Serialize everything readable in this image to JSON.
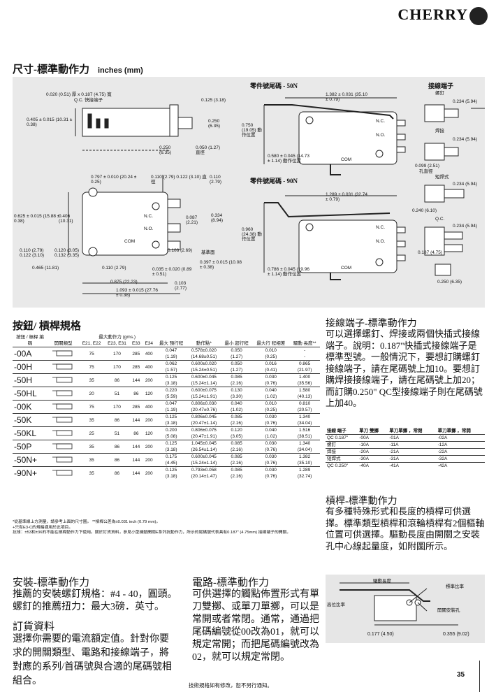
{
  "header": {
    "brand": "CHERRY"
  },
  "dimensions": {
    "title": "尺寸-標準動作力",
    "unit": "inches (mm)",
    "series_50N": "零件號尾碼 - 50N",
    "series_90N": "零件號尾碼 - 90N",
    "terminals_title": "接線端子",
    "term_screw": "螺釘",
    "term_solder": "焊接",
    "term_qc": "短焊式",
    "term_qc2": "Q.C.",
    "hole_label": "孔直徑",
    "labels": {
      "top_note1": "0.020 (0.51) 厚 x 0.187 (4.75) 寬",
      "top_note2": "Q.C. 快接端子",
      "d0125": "0.125 (3.18)",
      "d0405": "0.405 ± 0.015 (10.31 ± 0.38)",
      "d0250a": "0.250 (6.35)",
      "d0250b": "0.250 (6.35)",
      "d0050": "0.050 (1.27) 直徑",
      "d0797": "0.797 ± 0.010 (20.24 ± 0.25)",
      "d0110": "0.110 (2.79) 0.122 (3.10) 直徑",
      "d0110b": "0.110 (2.79)",
      "d0625": "0.625 ± 0.015 (15.88 ± 0.38)",
      "d0406": "0.406 (10.31)",
      "d0087": "0.087 (2.21)",
      "d0334": "0.334 (8.94)",
      "d0110c": "0.110 (2.79) 0.122 (3.10)",
      "d0120": "0.120 (3.05) 0.132 (3.35)",
      "d0106": "0.106 (2.69)",
      "base": "基準面",
      "d0465": "0.465 (11.81)",
      "d0110d": "0.110 (2.79)",
      "d0035": "0.035 ± 0.020 (0.89 ± 0.51)",
      "d0397": "0.397 ± 0.015 (10.08 ± 0.38)",
      "d0875": "0.875 (22.23)",
      "d0103": "0.103 (2.77)",
      "d1093": "1.093 ± 0.015 (27.76 ± 0.38)",
      "d1382": "1.382 ± 0.031 (35.10 ± 0.79)",
      "d0750": "0.750 (19.05) 動作位置",
      "d0580": "0.580 ± 0.045 (14.73 ± 1.14) 動作位置",
      "d1289": "1.289 ± 0.031 (32.74 ± 0.79)",
      "d0960": "0.960 (24.38) 動作位置",
      "d0786": "0.786 ± 0.045 (19.96 ± 1.14) 動作位置",
      "t0234a": "0.234 (5.94)",
      "t0234b": "0.234 (5.94)",
      "t0099": "0.099 (2.51)",
      "t0234c": "0.234 (5.94)",
      "t0240": "0.240 (6.10)",
      "t0234d": "0.234 (5.94)",
      "t0187": "0.187 (4.75)",
      "t0250": "0.250 (6.35)",
      "nc": "N.C.",
      "no": "N.O.",
      "com": "COM"
    }
  },
  "buttons": {
    "title": "按鈕/ 槓桿規格",
    "head_code": "按鈕 / 槓桿 編碼",
    "head_type": "開關類型",
    "head_force": "最大動作力 (gms.)",
    "head_series": [
      "E21, E22",
      "E23, E31",
      "E33",
      "E34"
    ],
    "head_pt": "最大 預行程",
    "head_op": "動作點*",
    "head_ot": "最小 超行程",
    "head_diff": "最大行 程相差",
    "head_len": "驅動 長度**",
    "rows": [
      {
        "code": "-00A",
        "f": [
          "75",
          "170",
          "285",
          "400"
        ],
        "a": [
          "0.047",
          "0.578±0.020",
          "0.050",
          "0.010",
          "-"
        ],
        "b": [
          "(1.19)",
          "(14.68±0.51)",
          "(1.27)",
          "(0.25)",
          "-"
        ]
      },
      {
        "code": "-00H",
        "f": [
          "75",
          "170",
          "285",
          "400"
        ],
        "a": [
          "0.062",
          "0.600±0.020",
          "0.050",
          "0.016",
          "0.865"
        ],
        "b": [
          "(1.57)",
          "(15.24±0.51)",
          "(1.27)",
          "(0.41)",
          "(21.97)"
        ]
      },
      {
        "code": "-50H",
        "f": [
          "35",
          "86",
          "144",
          "200"
        ],
        "a": [
          "0.125",
          "0.600±0.045",
          "0.085",
          "0.030",
          "1.400"
        ],
        "b": [
          "(3.18)",
          "(15.24±1.14)",
          "(2.16)",
          "(0.76)",
          "(35.56)"
        ]
      },
      {
        "code": "-50HL",
        "f": [
          "20",
          "51",
          "86",
          "120"
        ],
        "a": [
          "0.220",
          "0.600±0.075",
          "0.130",
          "0.040",
          "1.580"
        ],
        "b": [
          "(5.59)",
          "(15.24±1.91)",
          "(3.30)",
          "(1.02)",
          "(40.13)"
        ]
      },
      {
        "code": "-00K",
        "f": [
          "75",
          "170",
          "285",
          "400"
        ],
        "a": [
          "0.047",
          "0.806±0.030",
          "0.040",
          "0.010",
          "0.810"
        ],
        "b": [
          "(1.19)",
          "(20.47±0.76)",
          "(1.02)",
          "(0.25)",
          "(20.57)"
        ]
      },
      {
        "code": "-50K",
        "f": [
          "35",
          "86",
          "144",
          "200"
        ],
        "a": [
          "0.125",
          "0.806±0.045",
          "0.085",
          "0.030",
          "1.340"
        ],
        "b": [
          "(3.18)",
          "(20.47±1.14)",
          "(2.16)",
          "(0.76)",
          "(34.04)"
        ]
      },
      {
        "code": "-50KL",
        "f": [
          "25",
          "51",
          "86",
          "120"
        ],
        "a": [
          "0.200",
          "0.806±0.075",
          "0.120",
          "0.040",
          "1.516"
        ],
        "b": [
          "(5.08)",
          "(20.47±1.91)",
          "(3.05)",
          "(1.02)",
          "(38.51)"
        ]
      },
      {
        "code": "-50P",
        "f": [
          "35",
          "86",
          "144",
          "200"
        ],
        "a": [
          "0.125",
          "1.045±0.045",
          "0.085",
          "0.030",
          "1.340"
        ],
        "b": [
          "(3.18)",
          "(26.54±1.14)",
          "(2.16)",
          "(0.76)",
          "(34.04)"
        ]
      },
      {
        "code": "-50N+",
        "f": [
          "35",
          "86",
          "144",
          "200"
        ],
        "a": [
          "0.175",
          "0.600±0.045",
          "0.085",
          "0.030",
          "1.382"
        ],
        "b": [
          "(4.45)",
          "(15.24±1.14)",
          "(2.16)",
          "(0.76)",
          "(35.10)"
        ]
      },
      {
        "code": "-90N+",
        "f": [
          "35",
          "86",
          "144",
          "200"
        ],
        "a": [
          "0.125",
          "0.793±0.058",
          "0.085",
          "0.030",
          "1.289"
        ],
        "b": [
          "(3.18)",
          "(20.14±1.47)",
          "(2.16)",
          "(0.76)",
          "(32.74)"
        ]
      }
    ],
    "note1": "*從基準線上方測量，請參考上面的尺寸圖。 **槓桿公差為±0.031 inch (0.79 mm)。",
    "note2": "+只有E3-C的規格適用於此項目。",
    "note3": "抗球：±53和±36的不能在槓桿動作力下使用。關於訂貨資料，參見小型機動開關E系列抗動作力，所示的尾碼號代表具有0.187\" (4.75mm) 接線端子的開關。"
  },
  "terminals": {
    "title": "接線端子-標準動作力",
    "body": "可以選擇螺釘、焊接或兩個快插式接線端子。說明：0.187\"快插式接線端子是標準型號。一般情況下，要想訂購螺釘接線端子，請在尾碼號上加10。要想訂購焊接接線端子，請在尾碼號上加20；而訂購0.250\" QC型接線端子則在尾碼號上加40。",
    "head": [
      "接線 端子",
      "單刀 雙擲",
      "單刀單擲 ，常閉",
      "單刀單擲 ，常開"
    ],
    "rows": [
      [
        "QC 0.187\"",
        "-00A",
        "-01A",
        "-02A"
      ],
      [
        "螺釘",
        "-10A",
        "-11A",
        "-12A"
      ],
      [
        "焊接",
        "-20A",
        "-21A",
        "-22A"
      ],
      [
        "短焊式",
        "-30A",
        "-31A",
        "-32A"
      ],
      [
        "QC 0.250\"",
        "-40A",
        "-41A",
        "-42A"
      ]
    ]
  },
  "lever": {
    "title": "槓桿-標準動作力",
    "body": "有多種特殊形式和長度的槓桿可供選擇。標準類型槓桿和滾輪槓桿有2個樞軸位置可供選擇。驅動長度由開關之安裝孔中心線起量度，如附圖所示。",
    "fig_len": "驅動長度",
    "fig_std": "標準比率",
    "fig_high": "高位比率",
    "fig_hole": "開關安裝孔",
    "fig_d1": "0.177 (4.50)",
    "fig_d2": "0.355 (9.02)"
  },
  "install": {
    "title": "安裝-標準動作力",
    "body": "推薦的安裝螺釘規格：#4 - 40，圓頭。螺釘的推薦扭力：最大3磅．英寸。"
  },
  "order": {
    "title": "訂貨資料",
    "body": "選擇你需要的電流額定值。針對你要求的開關類型、電路和接線端子，將對應的系列/首碼號與合適的尾碼號相組合。"
  },
  "circuit": {
    "title": "電路-標準動作力",
    "body": "可供選擇的觸點佈置形式有單刀雙擲、或單刀單擲，可以是常開或者常閉。通常，通過把尾碼編號從00改為01，就可以規定常開；而把尾碼編號改為02，就可以規定常閉。"
  },
  "footer": {
    "note": "技術規格如有修改，恕不另行通知。",
    "page": "35"
  }
}
